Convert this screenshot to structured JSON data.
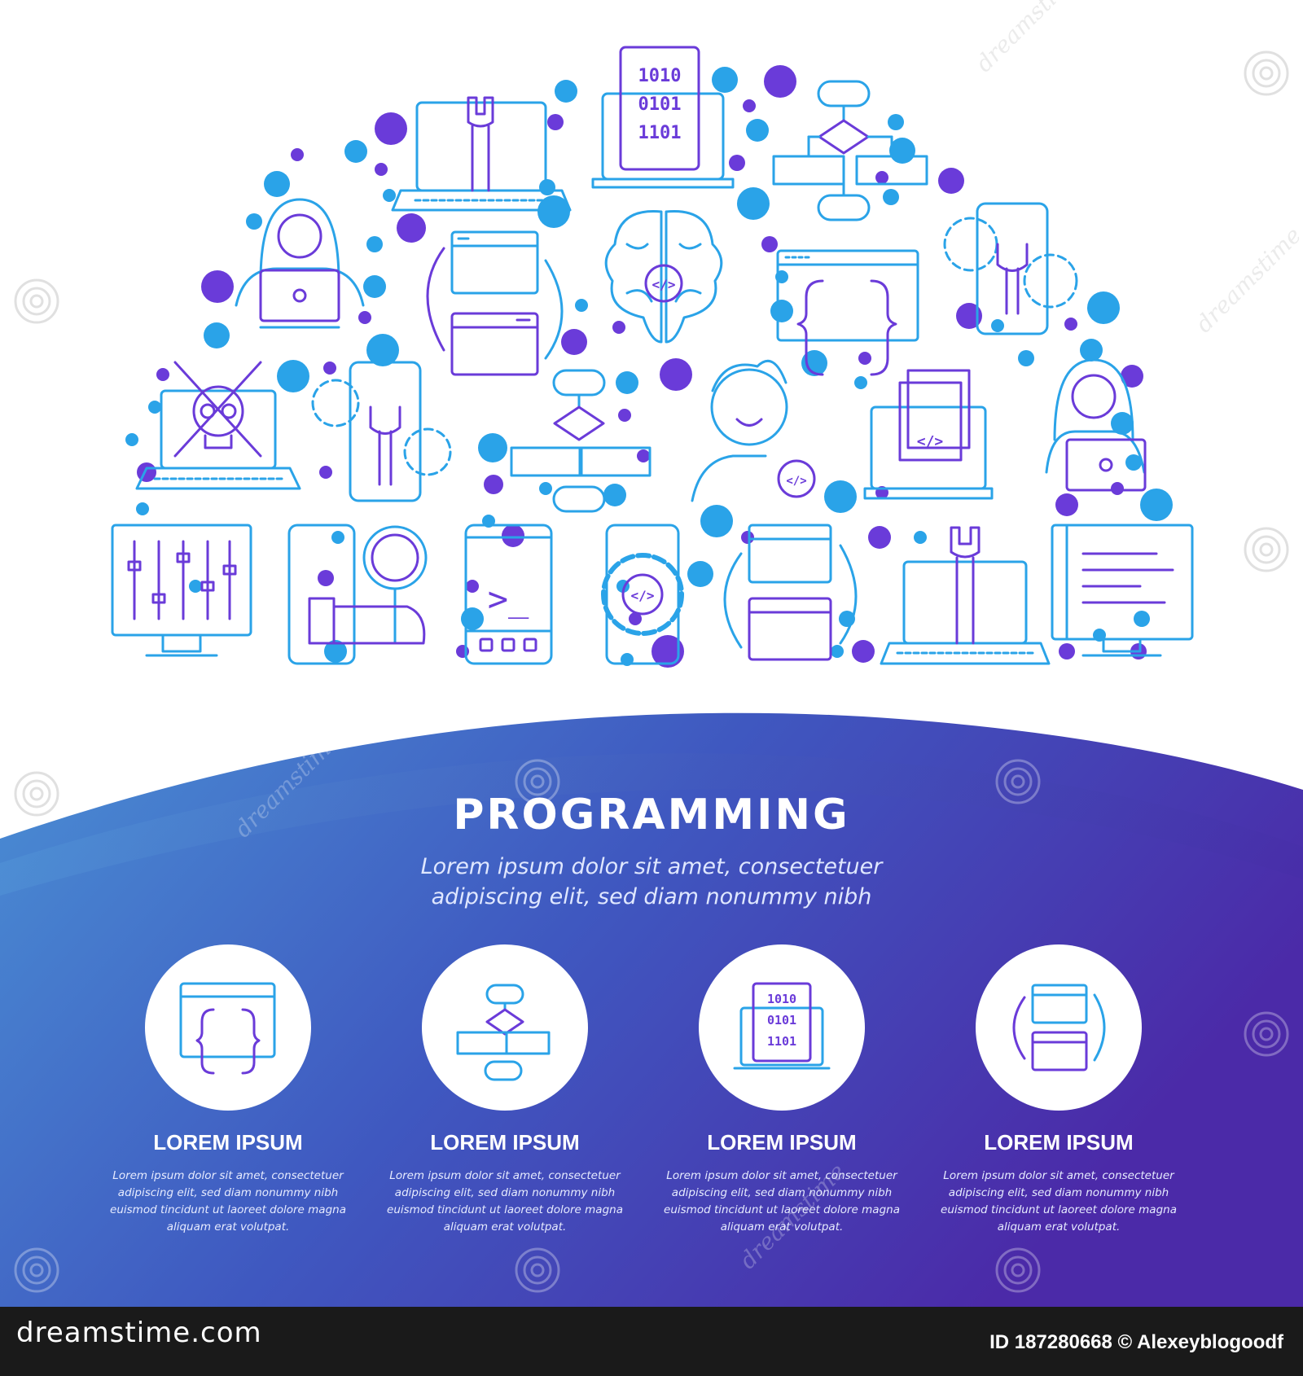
{
  "banner": {
    "title": "PROGRAMMING",
    "subtitle_line1": "Lorem ipsum dolor sit amet, consectetuer",
    "subtitle_line2": "adipiscing elit, sed diam nonummy nibh",
    "colors": {
      "gradient_start": "#4a8fd4",
      "gradient_mid": "#3f58c0",
      "gradient_end": "#4b2aa8",
      "icon_blue": "#2aa3e8",
      "icon_purple": "#6a3bd9"
    }
  },
  "features": [
    {
      "icon": "code-window-icon",
      "title": "LOREM IPSUM",
      "lines": [
        "Lorem ipsum dolor sit amet, consectetuer",
        "adipiscing elit, sed diam nonummy nibh",
        "euismod tincidunt ut laoreet dolore magna",
        "aliquam erat volutpat."
      ]
    },
    {
      "icon": "flowchart-icon",
      "title": "LOREM IPSUM",
      "lines": [
        "Lorem ipsum dolor sit amet, consectetuer",
        "adipiscing elit, sed diam nonummy nibh",
        "euismod tincidunt ut laoreet dolore magna",
        "aliquam erat volutpat."
      ]
    },
    {
      "icon": "binary-laptop-icon",
      "title": "LOREM IPSUM",
      "lines": [
        "Lorem ipsum dolor sit amet, consectetuer",
        "adipiscing elit, sed diam nonummy nibh",
        "euismod tincidunt ut laoreet dolore magna",
        "aliquam erat volutpat."
      ]
    },
    {
      "icon": "sync-windows-icon",
      "title": "LOREM IPSUM",
      "lines": [
        "Lorem ipsum dolor sit amet, consectetuer",
        "adipiscing elit, sed diam nonummy nibh",
        "euismod tincidunt ut laoreet dolore magna",
        "aliquam erat volutpat."
      ]
    }
  ],
  "icons": {
    "binary_rows": [
      "1010",
      "0101",
      "1101"
    ],
    "code_tag": "</>",
    "terminal_prompt": ">_"
  },
  "watermark": {
    "text": "dreamstime"
  },
  "footer": {
    "logo": "dreamstime.com",
    "credit": "ID 187280668 © Alexeyblogoodf"
  }
}
